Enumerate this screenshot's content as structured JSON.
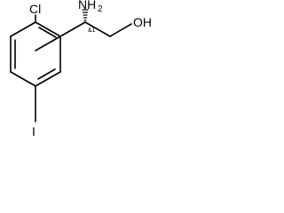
{
  "molecule": {
    "atoms": {
      "chlorine": "Cl",
      "amine_main": "NH",
      "amine_sub": "2",
      "hydroxyl": "OH",
      "iodine": "I"
    },
    "stereo_annotation": "&1"
  }
}
